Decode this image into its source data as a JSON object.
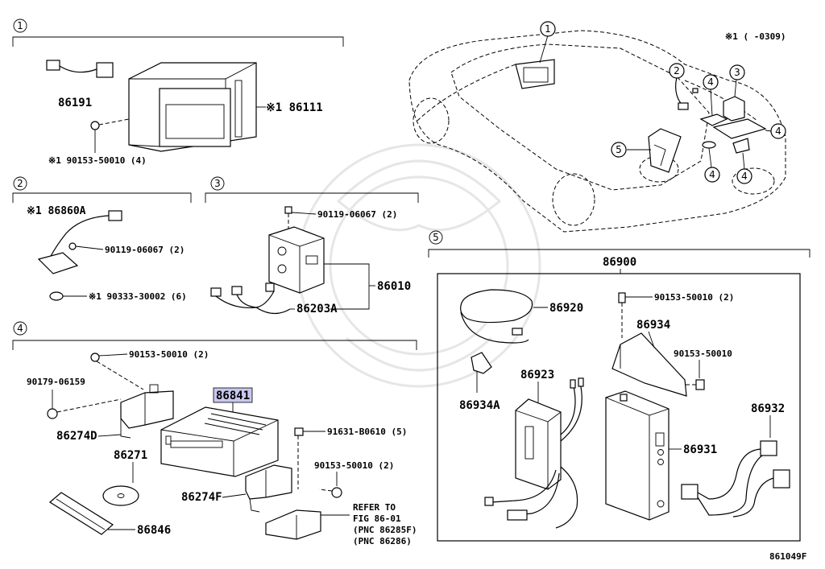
{
  "sections": {
    "s1": "1",
    "s2": "2",
    "s3": "3",
    "s4": "4",
    "s5": "5"
  },
  "labels": {
    "p86191": "86191",
    "p86111": "※1 86111",
    "p90153_1": "※1 90153-50010 (4)",
    "p86860A": "※1 86860A",
    "p90119_2": "90119-06067 (2)",
    "p90333": "※1 90333-30002 (6)",
    "p90119_3": "90119-06067 (2)",
    "p86010": "86010",
    "p86203A": "86203A",
    "p90153_4a": "90153-50010 (2)",
    "p90179": "90179-06159",
    "p86841": "86841",
    "p86274D": "86274D",
    "p91631": "91631-B0610 (5)",
    "p86271": "86271",
    "p90153_4b": "90153-50010 (2)",
    "p86274F": "86274F",
    "p86846": "86846",
    "refer1": "REFER TO",
    "refer2": "FIG 86-01",
    "refer3": "(PNC 86285F)",
    "refer4": "(PNC 86286)",
    "p86900": "86900",
    "p86920": "86920",
    "p90153_5a": "90153-50010 (2)",
    "p86934": "86934",
    "p86934A": "86934A",
    "p86923": "86923",
    "p90153_5b": "90153-50010",
    "p86932": "86932",
    "p86931": "86931",
    "note": "※1 (    -0309)",
    "figure_code": "861049F"
  },
  "car_callouts": [
    "1",
    "2",
    "3",
    "4",
    "4",
    "4",
    "4",
    "5"
  ],
  "highlight_color": "#c7c7ee"
}
